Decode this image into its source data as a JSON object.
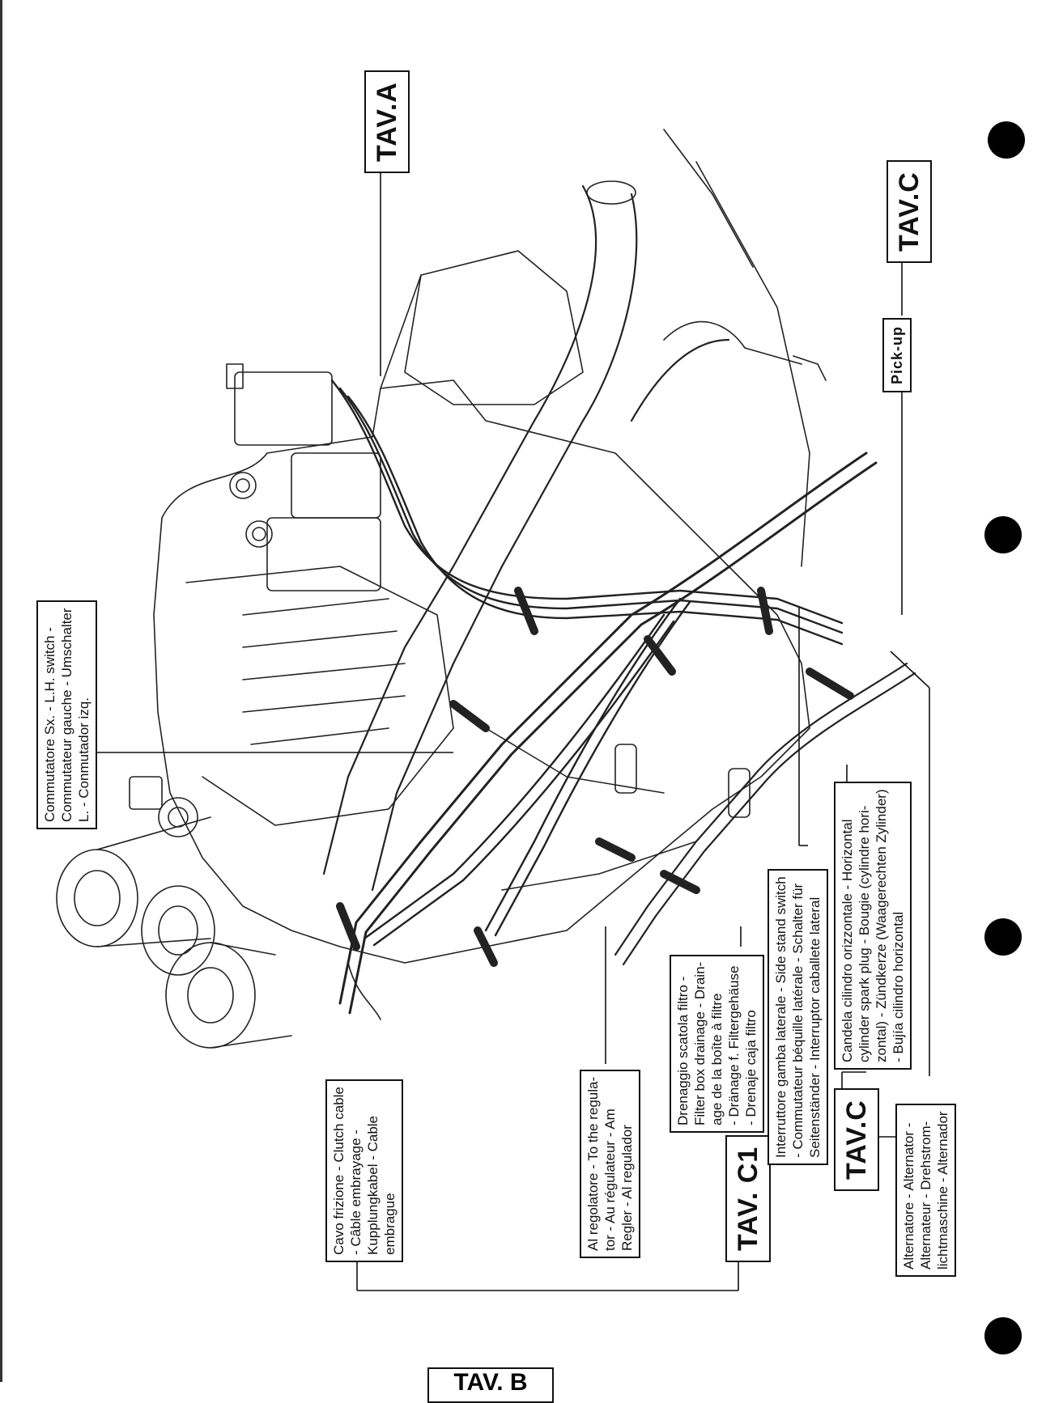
{
  "tags": {
    "tav_a": "TAV.A",
    "tav_c_top": "TAV.C",
    "pickup": "Pick-up",
    "tav_c1": "TAV. C1",
    "tav_c_bottom": "TAV.C",
    "bottom_tag": "TAV. B"
  },
  "callouts": {
    "left_switch": [
      "Commutatore Sx. - L.H. switch -",
      "Commutateur gauche - Umschalter",
      "L. - Conmutador izq."
    ],
    "clutch_cable": [
      "Cavo frizione - Clutch cable",
      "- Câble embrayage -",
      "Kupplungkabel - Cable",
      "embrague"
    ],
    "regulator": [
      "Al regolatore - To the regula-",
      "tor - Au régulateur - Am",
      "Regler - Al regulador"
    ],
    "filter_drain": [
      "Drenaggio scatola filtro -",
      "Filter box drainage - Drain-",
      "age de la boîte à filtre",
      "- Dränage f. Filtergehäuse",
      "- Drenaje caja filtro"
    ],
    "side_stand": [
      "Interruttore gamba laterale - Side stand switch",
      "- Commutateur béquille latérale - Schalter für",
      "Seitenständer - Interruptor caballete lateral"
    ],
    "spark_plug": [
      "Candela cilindro orizzontale - Horizontal",
      "cylinder spark plug - Bougie (cylindre hori-",
      "zontal) - Zündkerze (Waagerechten Zylinder)",
      "- Bujía cilindro horizontal"
    ],
    "alternator": [
      "Alternatore - Alternator -",
      "Alternateur - Drehstrom-",
      "lichtmaschine - Alternador"
    ]
  }
}
